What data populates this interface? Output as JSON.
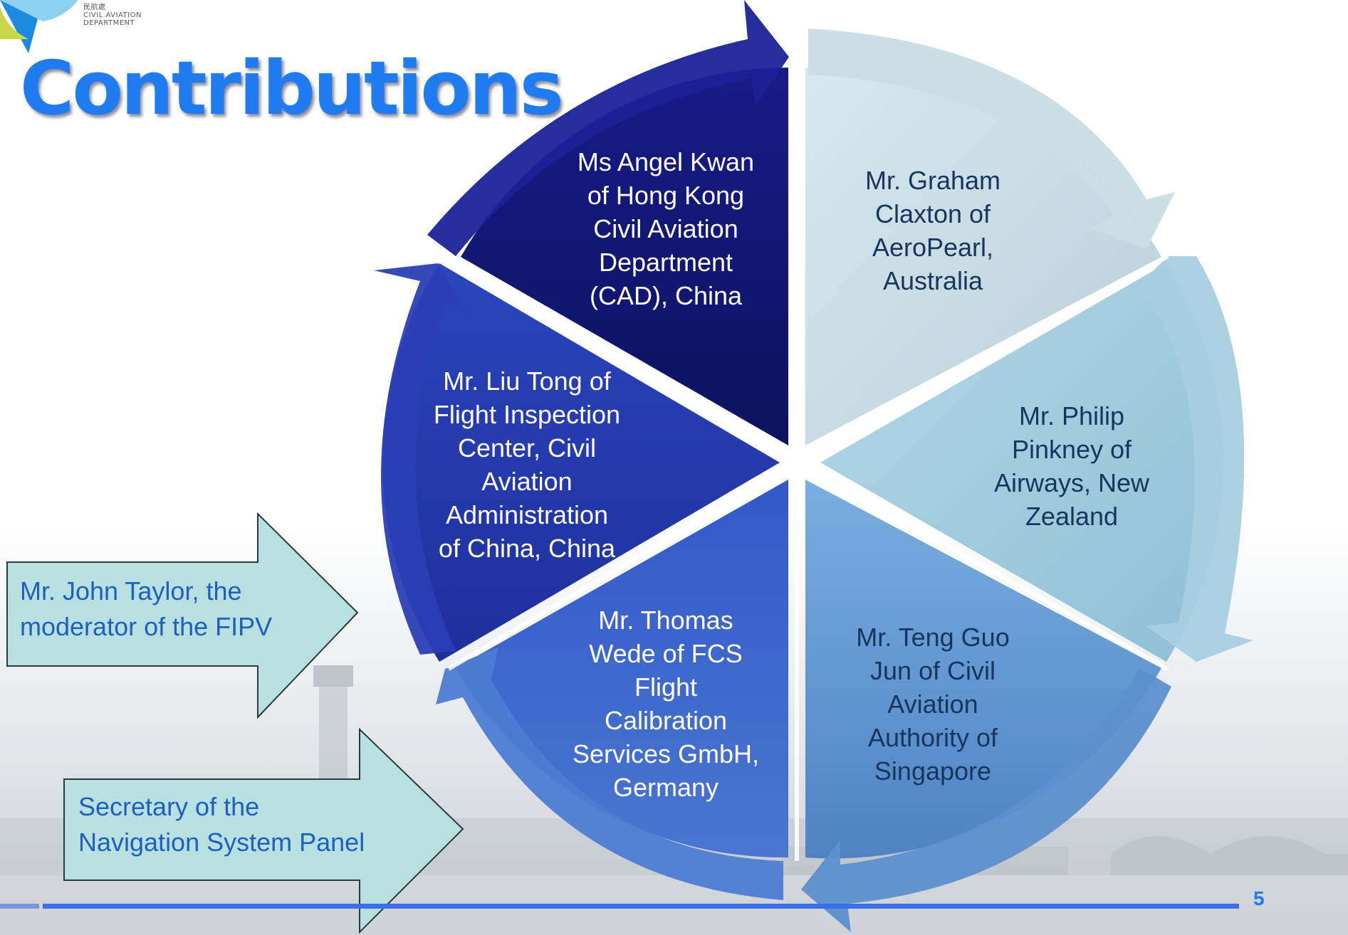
{
  "slide": {
    "title": "Contributions",
    "page_number": "5",
    "logo": {
      "line1": "民航處",
      "line2": "CIVIL AVIATION",
      "line3": "DEPARTMENT"
    }
  },
  "cycle": {
    "wedges": [
      {
        "id": "top-left",
        "lines": [
          "Ms Angel Kwan",
          "of Hong Kong",
          "Civil Aviation",
          "Department",
          "(CAD), China"
        ]
      },
      {
        "id": "top-right",
        "lines": [
          "Mr. Graham",
          "Claxton of",
          "AeroPearl,",
          "Australia"
        ]
      },
      {
        "id": "right",
        "lines": [
          "Mr. Philip",
          "Pinkney of",
          "Airways, New",
          "Zealand"
        ]
      },
      {
        "id": "bottom-right",
        "lines": [
          "Mr. Teng Guo",
          "Jun of Civil",
          "Aviation",
          "Authority of",
          "Singapore"
        ]
      },
      {
        "id": "bottom-left",
        "lines": [
          "Mr. Thomas",
          "Wede of FCS",
          "Flight",
          "Calibration",
          "Services GmbH,",
          "Germany"
        ]
      },
      {
        "id": "left",
        "lines": [
          "Mr. Liu Tong of",
          "Flight Inspection",
          "Center, Civil",
          "Aviation",
          "Administration",
          "of China, China"
        ]
      }
    ]
  },
  "callouts": [
    {
      "lines": [
        "Mr. John Taylor, the",
        "moderator of the FIPV"
      ]
    },
    {
      "lines": [
        "Secretary of the",
        "Navigation System Panel"
      ]
    }
  ],
  "colors": {
    "title": "#1e7bf0",
    "wedge_dark": "#141a7a",
    "wedge_blue": "#2c46b8",
    "wedge_mid": "#3e67c6",
    "wedge_pale": "#c5dde6",
    "callout_fill": "#b8e0e0",
    "accent_line": "#3a6fe8"
  }
}
